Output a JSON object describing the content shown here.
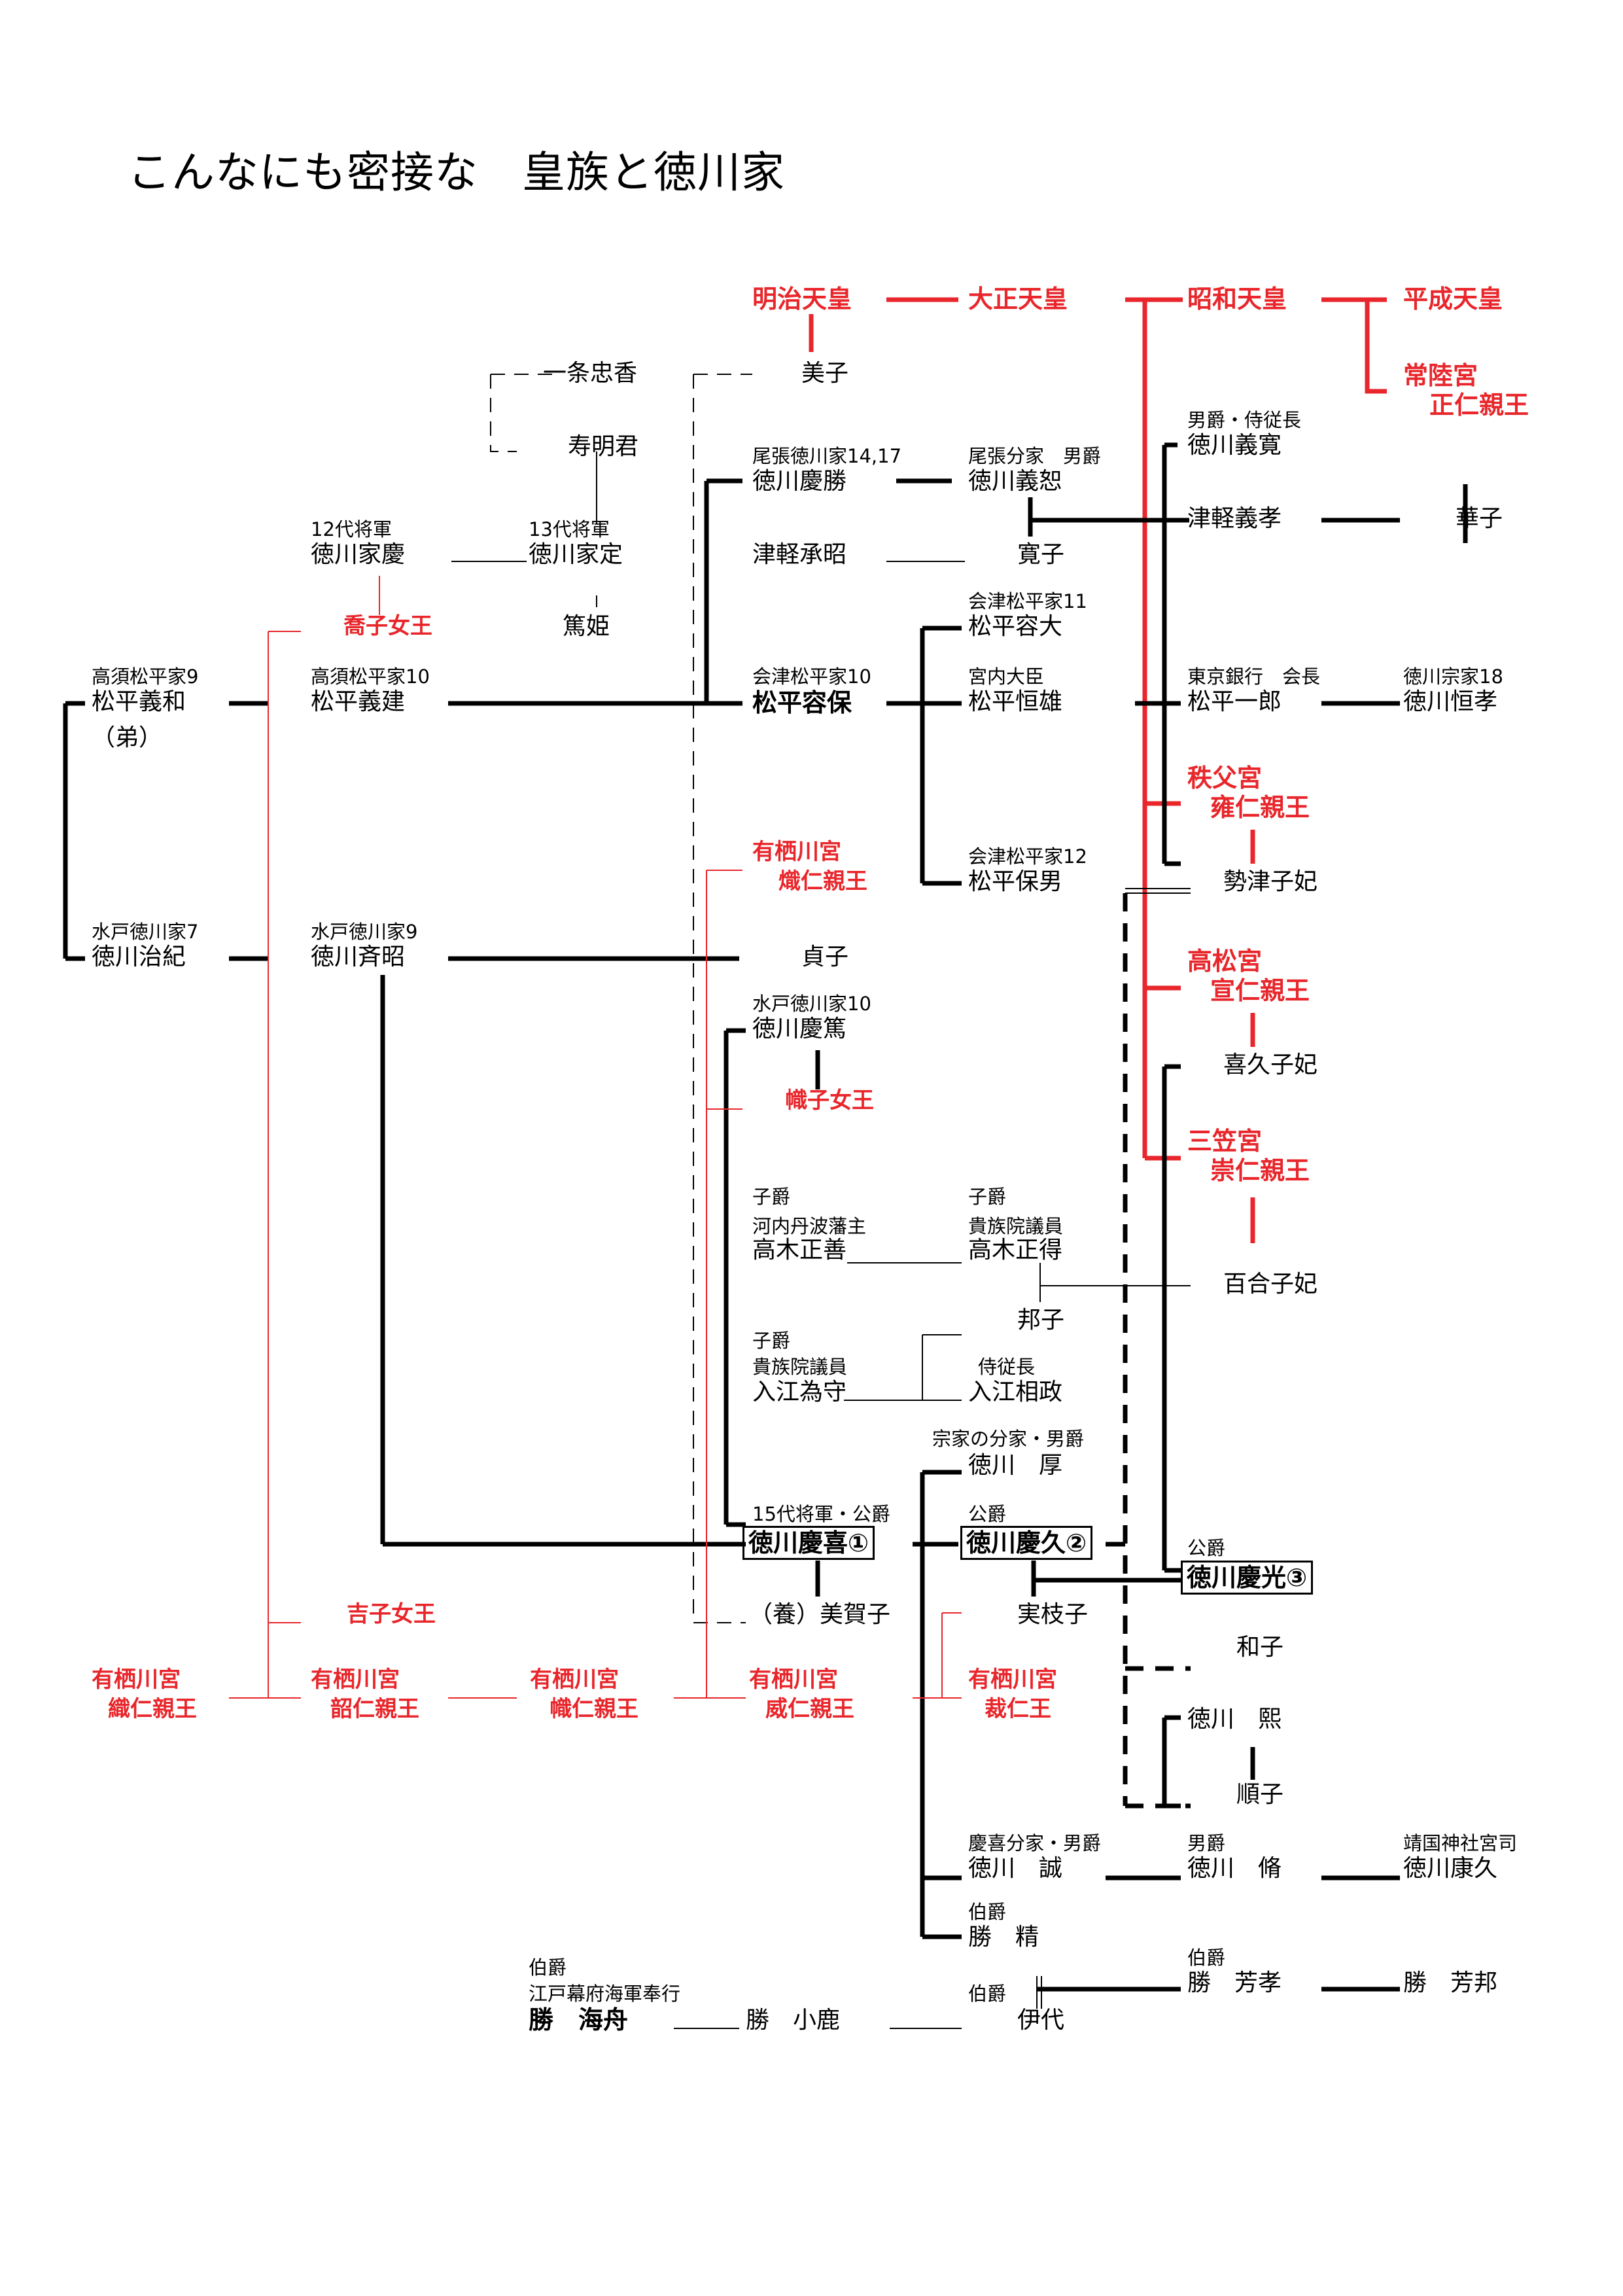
{
  "title": "こんなにも密接な　皇族と徳川家",
  "colors": {
    "imperial": "#e8262b",
    "tokugawa": "#000000"
  },
  "people": {
    "meiji": "明治天皇",
    "taisho": "大正天皇",
    "showa": "昭和天皇",
    "heisei": "平成天皇",
    "hitachi_1": "常陸宮",
    "hitachi_2": "正仁親王",
    "hanako": "華子",
    "haruko": "美子",
    "ichijo": "一条忠香",
    "jumei": "寿明君",
    "owari_label": "尾張徳川家14,17",
    "yoshikatsu": "徳川慶勝",
    "owari_bunke_label": "尾張分家　男爵",
    "yoshihiro": "徳川義恕",
    "yoshihiro_jr_label": "男爵・侍従長",
    "yoshihiro_jr": "徳川義寛",
    "tsugaru_yoshitaka": "津軽義孝",
    "iesada_label": "13代将軍",
    "iesada": "徳川家定",
    "ieyoshi_label": "12代将軍",
    "ieyoshi": "徳川家慶",
    "tsugaru_tsuguakira": "津軽承昭",
    "hiroko": "寛子",
    "takako": "喬子女王",
    "atsuhime": "篤姫",
    "aizu11_label": "会津松平家11",
    "katahiro": "松平容大",
    "takasu9_label": "高須松平家9",
    "yoshikazu": "松平義和",
    "otouto": "（弟）",
    "takasu10_label": "高須松平家10",
    "yoshitatsu": "松平義建",
    "aizu10_label": "会津松平家10",
    "katamori": "松平容保",
    "kunai_label": "宮内大臣",
    "tsuneo": "松平恒雄",
    "tokyo_bank_label": "東京銀行　会長",
    "ichiro": "松平一郎",
    "soke18_label": "徳川宗家18",
    "tsunenari": "徳川恒孝",
    "chichibu_1": "秩父宮",
    "chichibu_2": "雍仁親王",
    "arisugawa_taru_1": "有栖川宮",
    "arisugawa_taru_2": "熾仁親王",
    "aizu12_label": "会津松平家12",
    "morio": "松平保男",
    "setsuko": "勢津子妃",
    "mito7_label": "水戸徳川家7",
    "harutoshi": "徳川治紀",
    "mito9_label": "水戸徳川家9",
    "nariaki": "徳川斉昭",
    "sadako": "貞子",
    "takamatsu_1": "高松宮",
    "takamatsu_2": "宣仁親王",
    "mito10_label": "水戸徳川家10",
    "yoshiatsu": "徳川慶篤",
    "kikuko": "喜久子妃",
    "nobuko": "幟子女王",
    "mikasa_1": "三笠宮",
    "mikasa_2": "崇仁親王",
    "shishaku_1": "子爵",
    "kawachi_label": "河内丹波藩主",
    "masayoshi": "高木正善",
    "shishaku_2": "子爵",
    "kizoku_label_1": "貴族院議員",
    "masae": "高木正得",
    "yuriko": "百合子妃",
    "kuniko": "邦子",
    "shishaku_3": "子爵",
    "kizoku_label_2": "貴族院議員",
    "tamemori": "入江為守",
    "jijucho_label": "侍従長",
    "sukemasa": "入江相政",
    "soke_bunke_label": "宗家の分家・男爵",
    "atsushi": "徳川　厚",
    "keiki_label": "15代将軍・公爵",
    "yoshinobu": "徳川慶喜①",
    "koshaku_1": "公爵",
    "yoshihisa": "徳川慶久②",
    "koshaku_2": "公爵",
    "yoshimitsu": "徳川慶光③",
    "yoshiko": "吉子女王",
    "mikako": "（養）美賀子",
    "saneko": "実枝子",
    "kazuko": "和子",
    "arisugawa_ori_1": "有栖川宮",
    "arisugawa_ori_2": "織仁親王",
    "arisugawa_tome_1": "有栖川宮",
    "arisugawa_tome_2": "韶仁親王",
    "arisugawa_tanu_1": "有栖川宮",
    "arisugawa_tanu_2": "幟仁親王",
    "arisugawa_takeru_1": "有栖川宮",
    "arisugawa_takeru_2": "威仁親王",
    "arisugawa_tane_1": "有栖川宮",
    "arisugawa_tane_2": "裁仁王",
    "hiroshi": "徳川　熙",
    "junko": "順子",
    "keiki_bunke_label": "慶喜分家・男爵",
    "makoto": "徳川　誠",
    "danshaku_label": "男爵",
    "yukitaka": "徳川　脩",
    "yasukuni_label": "靖国神社宮司",
    "yasuhisa": "徳川康久",
    "hakushaku_1": "伯爵",
    "katsu_kuwashi": "勝　精",
    "hakushaku_2": "伯爵",
    "katsu_yoshitaka": "勝　芳孝",
    "katsu_yoshikuni": "勝　芳邦",
    "hakushaku_3": "伯爵",
    "bugyo_label": "江戸幕府海軍奉行",
    "katsu_kaishu": "勝　海舟",
    "katsu_koroku": "勝　小鹿",
    "hakushaku_4": "伯爵",
    "iyo": "伊代"
  }
}
